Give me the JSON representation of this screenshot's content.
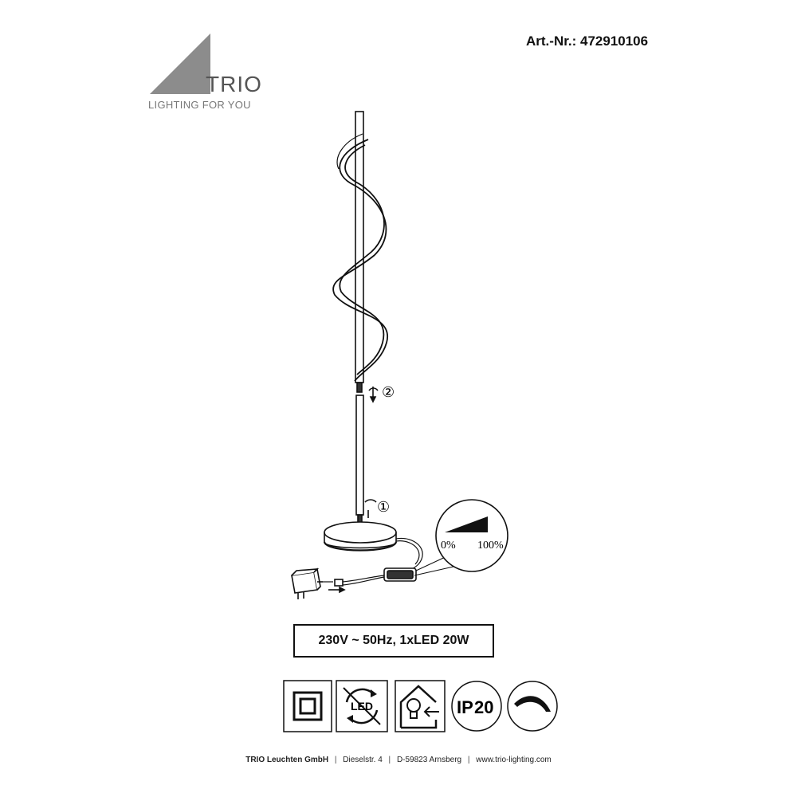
{
  "brand": {
    "name": "TRIO",
    "tagline": "LIGHTING FOR YOU",
    "color": "#8c8c8c"
  },
  "article": {
    "label": "Art.-Nr.: 472910106"
  },
  "diagram": {
    "step1": "①",
    "step2": "②",
    "dimmer_min": "0%",
    "dimmer_max": "100%"
  },
  "specs": {
    "text": "230V ~ 50Hz, 1xLED  20W"
  },
  "icons": [
    {
      "name": "protection-class-ii-icon"
    },
    {
      "name": "led-not-replaceable-icon",
      "label": "LED"
    },
    {
      "name": "indoor-use-icon"
    },
    {
      "name": "ip-rating-icon",
      "label": "IP",
      "value": "20"
    },
    {
      "name": "dimmable-icon"
    }
  ],
  "footer": {
    "company": "TRIO Leuchten GmbH",
    "street": "Dieselstr. 4",
    "city": "D-59823 Arnsberg",
    "website": "www.trio-lighting.com",
    "separator": "|"
  }
}
